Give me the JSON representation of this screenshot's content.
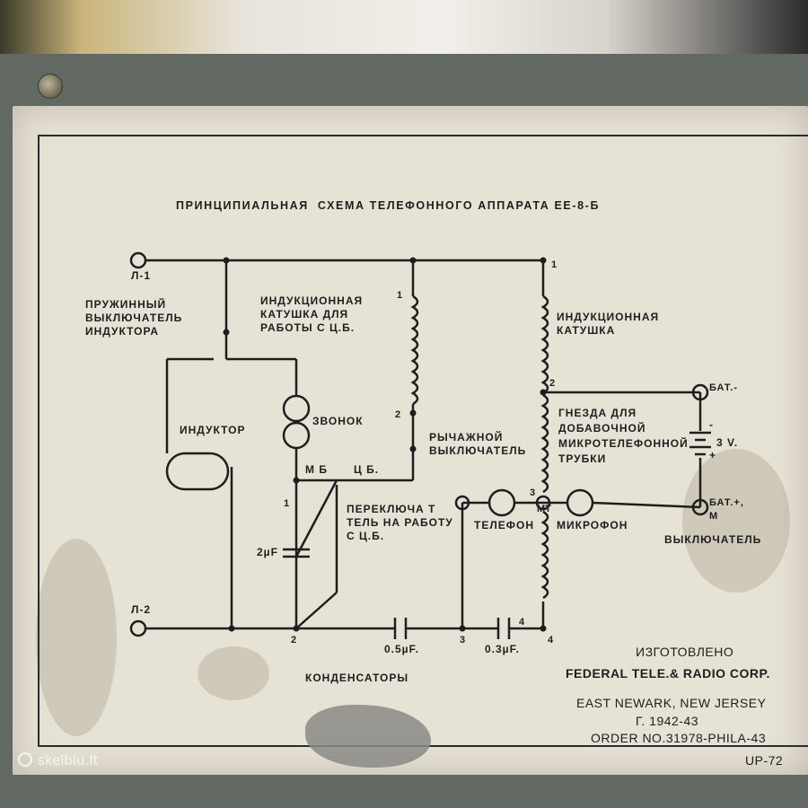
{
  "plate": {
    "title": "ПРИНЦИПИАЛЬНАЯ  СХЕМА ТЕЛЕФОННОГО АППАРАТА ЕЕ-8-Б"
  },
  "terminals": {
    "l1": "Л-1",
    "l2": "Л-2",
    "bat_minus": "БАТ.-",
    "bat_plus": "БАТ.+,\nМ"
  },
  "labels": {
    "spring_switch": "ПРУЖИННЫЙ\nВЫКЛЮЧАТЕЛЬ\nИНДУКТОРА",
    "induction_coil_cb": "ИНДУКЦИОННАЯ\nКАТУШКА ДЛЯ\nРАБОТЫ С Ц.Б.",
    "induction_coil": "ИНДУКЦИОННАЯ\nКАТУШКА",
    "jacks": "ГНЕЗДА ДЛЯ\nДОБАВОЧНОЙ\nМИКРОТЕЛЕФОННОЙ\nТРУБКИ",
    "battery": "3 V.",
    "bat_sign_minus": "-",
    "bat_sign_plus": "+",
    "inductor": "ИНДУКТОР",
    "bell": "ЗВОНОК",
    "mb": "М Б",
    "cb": "Ц Б.",
    "hook_switch": "РЫЧАЖНОЙ\nВЫКЛЮЧАТЕЛЬ",
    "changeover": "ПЕРЕКЛЮЧА Т\nТЕЛЬ НА РАБОТУ\nС Ц.Б.",
    "telephone": "ТЕЛЕФОН",
    "mt": "МТ",
    "microphone": "МИКРОФОН",
    "switch": "ВЫКЛЮЧАТЕЛЬ",
    "cap_2uf": "2µF",
    "cap_05uf": "0.5µF.",
    "cap_03uf": "0.3µF.",
    "capacitors": "КОНДЕНСАТОРЫ"
  },
  "nodes": {
    "n1_top": "1",
    "n2_right": "2",
    "n2_coil": "2",
    "n1_coil": "1",
    "n1_left": "1",
    "n2_bottom": "2",
    "n3_bottom": "3",
    "n4_bottom": "4",
    "n4_right": "4",
    "n3_mid": "3"
  },
  "maker": {
    "made": "ИЗГОТОВЛЕНО",
    "company": "FEDERAL TELE.& RADIO CORP.",
    "city": "EAST NEWARK, NEW JERSEY",
    "year": "Г. 1942-43",
    "order": "ORDER NO.31978-PHILA-43",
    "code": "UP-72"
  },
  "watermark": {
    "text": "skelbiu.lt"
  },
  "colors": {
    "plate": "#e6e2d6",
    "ink": "#1e1e1e",
    "frame": "#626862"
  }
}
